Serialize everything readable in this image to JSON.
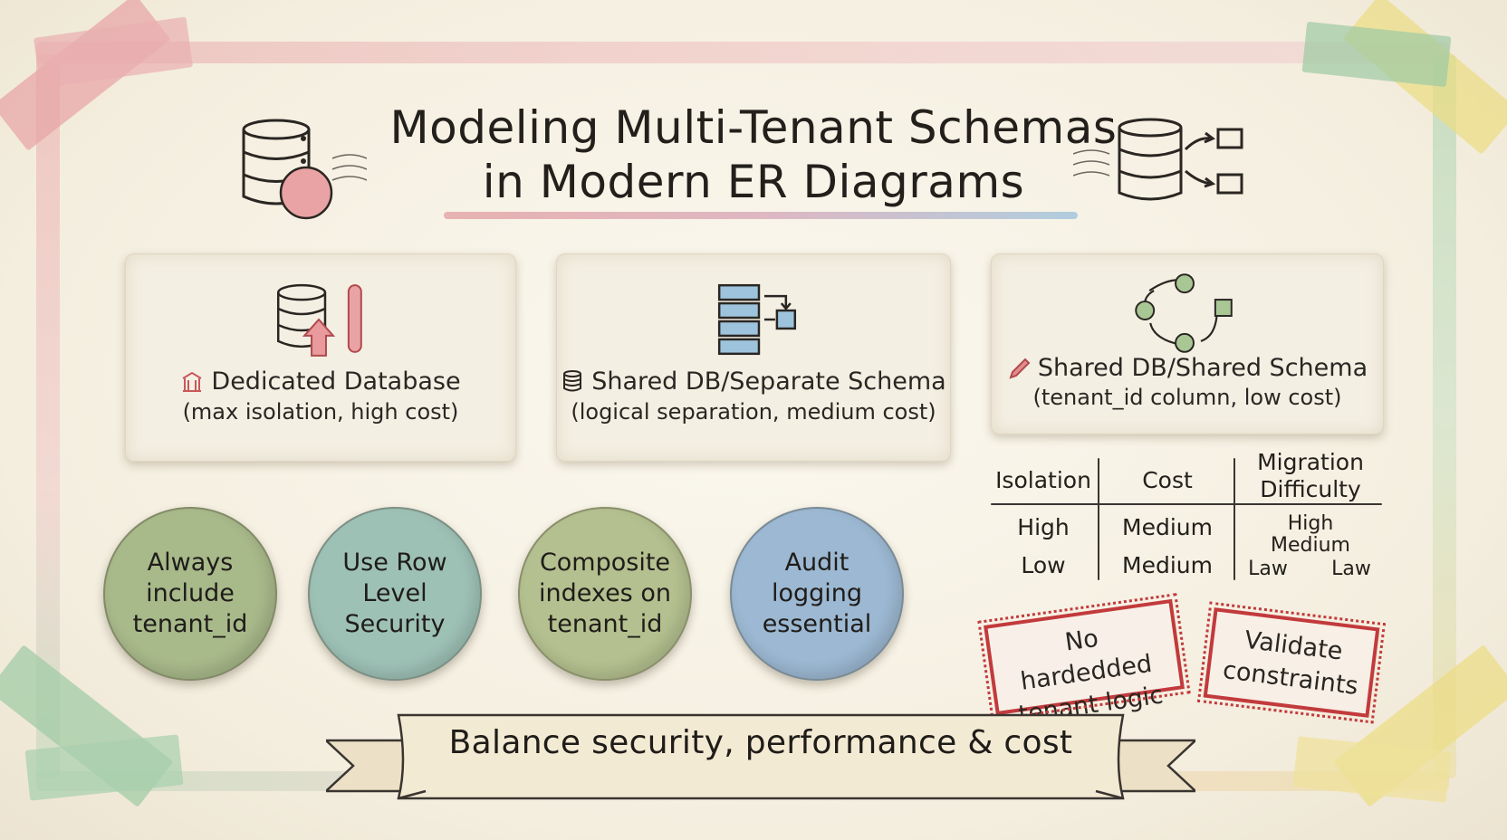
{
  "title": {
    "line1": "Modeling Multi-Tenant Schemas",
    "line2": "in Modern ER Diagrams"
  },
  "cards": [
    {
      "label": "Dedicated Database",
      "sub": "(max isolation, high cost)",
      "icon": "database-icon"
    },
    {
      "label": "Shared DB/Separate Schema",
      "sub": "(logical separation, medium cost)",
      "icon": "schema-stack-icon"
    },
    {
      "label": "Shared DB/Shared Schema",
      "sub": "(tenant_id column, low cost)",
      "icon": "cycle-icon"
    }
  ],
  "tips": [
    {
      "text": "Always\ninclude\ntenant_id",
      "color": "#a8b98a"
    },
    {
      "text": "Use Row\nLevel\nSecurity",
      "color": "#9ec1b6"
    },
    {
      "text": "Composite\nindexes on\ntenant_id",
      "color": "#b4c08f"
    },
    {
      "text": "Audit\nlogging\nessential",
      "color": "#9cb8d2"
    }
  ],
  "comparison_table": {
    "headers": [
      "Isolation",
      "Cost",
      "Migration\nDifficulty"
    ],
    "rows": [
      [
        "High",
        "Medium",
        "High"
      ],
      [
        "Low",
        "Medium",
        "Medium"
      ]
    ],
    "extra": [
      "Law",
      "Law"
    ]
  },
  "stamps": [
    {
      "text": "No hardedded\ntenant logic"
    },
    {
      "text": "Validate\nconstraints"
    }
  ],
  "banner": "Balance security, performance & cost",
  "colors": {
    "pink_tape": "#e7a4a6",
    "green_tape": "#9fcaa4",
    "yellow_tape": "#ecdc84",
    "stamp_red": "#c23a3c"
  }
}
